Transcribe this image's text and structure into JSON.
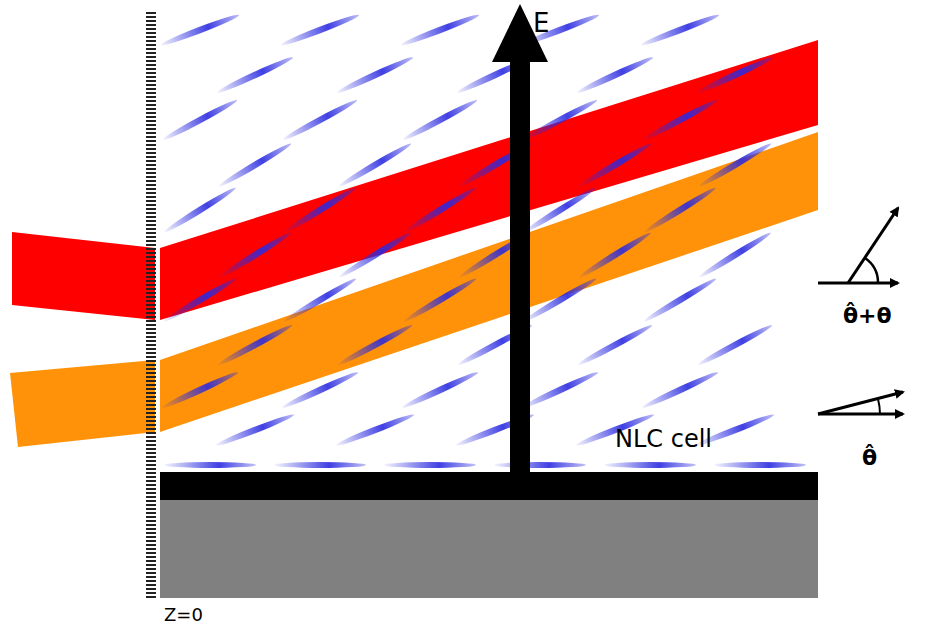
{
  "diagram": {
    "labels": [
      "E",
      "NLC cell",
      "θ̂+θ",
      "θ̂",
      "Z=0"
    ]
  }
}
